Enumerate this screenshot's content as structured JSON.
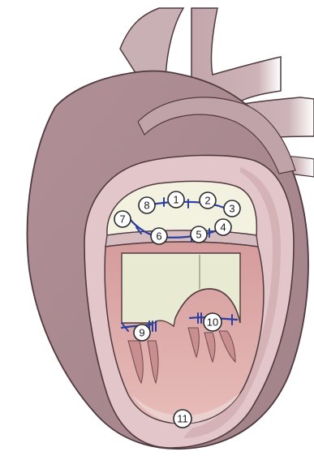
{
  "figure": {
    "markers": [
      "1",
      "2",
      "3",
      "4",
      "5",
      "6",
      "7",
      "8",
      "9",
      "10",
      "11"
    ]
  },
  "colors": {
    "heart_outer": "#b79aa0",
    "heart_shadow": "#9d7e85",
    "great_vessels": "#c6adb2",
    "outline": "#4f3a40",
    "ventricle_rim": "#e2c9cc",
    "chamber": "#d9a8a6",
    "chamber_dark": "#c58c8d",
    "patch": "#e9ead2",
    "patch_light": "#f5f5e6",
    "suture": "#2a3fa0"
  }
}
